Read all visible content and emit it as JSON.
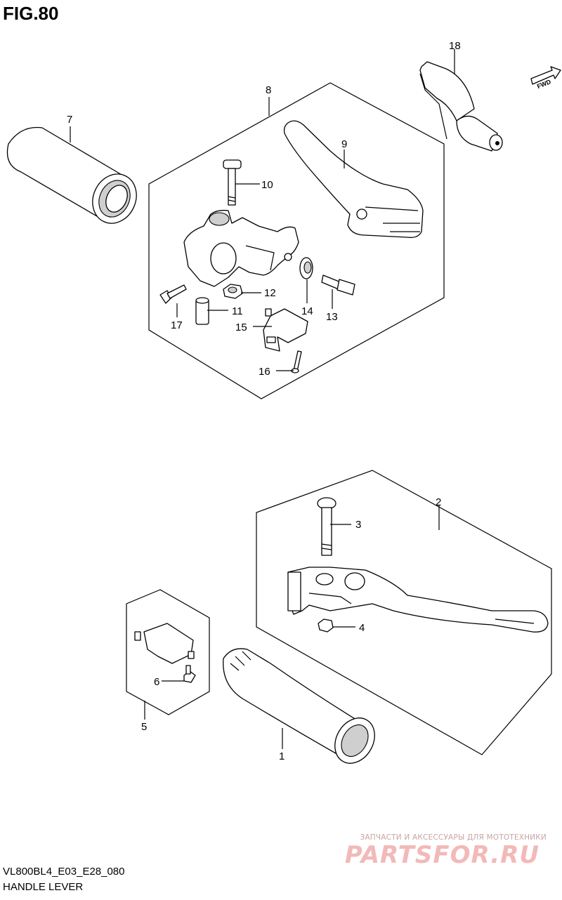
{
  "figure": {
    "title": "FIG.80",
    "code": "VL800BL4_E03_E28_080",
    "name": "HANDLE LEVER",
    "fwd_badge": "FWD"
  },
  "callouts": [
    "1",
    "2",
    "3",
    "4",
    "5",
    "6",
    "7",
    "8",
    "9",
    "10",
    "11",
    "12",
    "13",
    "14",
    "15",
    "16",
    "17",
    "18"
  ],
  "watermark": {
    "tagline": "ЗАПЧАСТИ И АКСЕССУАРЫ ДЛЯ МОТОТЕХНИКИ",
    "logo": "PARTSFOR.RU"
  }
}
